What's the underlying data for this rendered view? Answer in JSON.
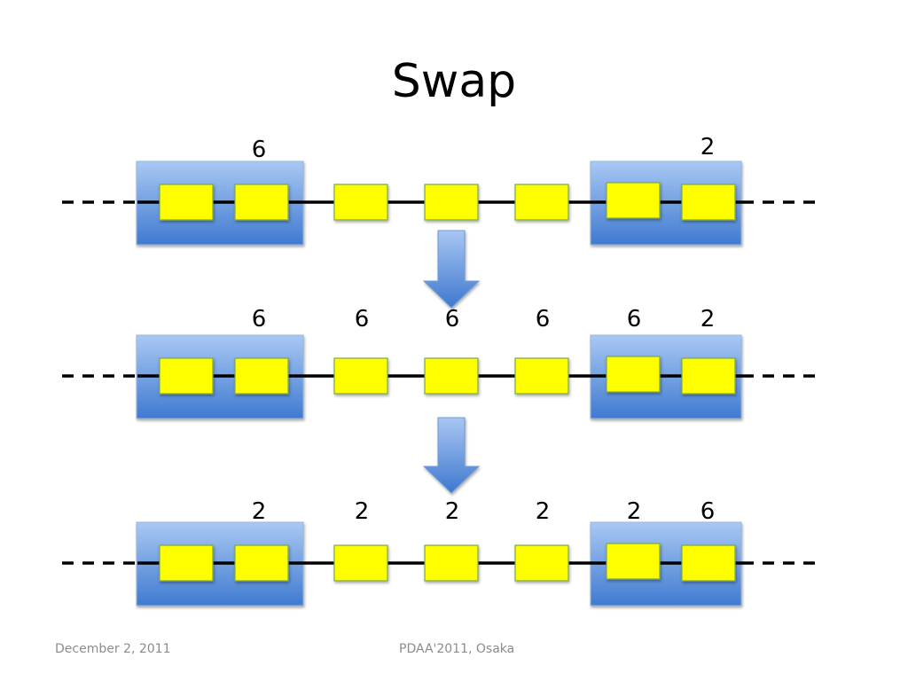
{
  "title": "Swap",
  "footer": {
    "date": "December 2, 2011",
    "event": "PDAA'2011, Osaka"
  },
  "colors": {
    "block_top": "#a9c8f3",
    "block_bottom": "#3f7ad0",
    "cell": "#ffff00",
    "cell_border": "#7aa84a",
    "line": "#000000",
    "arrow_top": "#a8c6f2",
    "arrow_bottom": "#3f78cf"
  },
  "rows": [
    {
      "labels": [
        "6",
        "",
        "",
        "",
        "",
        "2"
      ]
    },
    {
      "labels": [
        "6",
        "6",
        "6",
        "6",
        "6",
        "2"
      ]
    },
    {
      "labels": [
        "2",
        "2",
        "2",
        "2",
        "2",
        "6"
      ]
    }
  ]
}
